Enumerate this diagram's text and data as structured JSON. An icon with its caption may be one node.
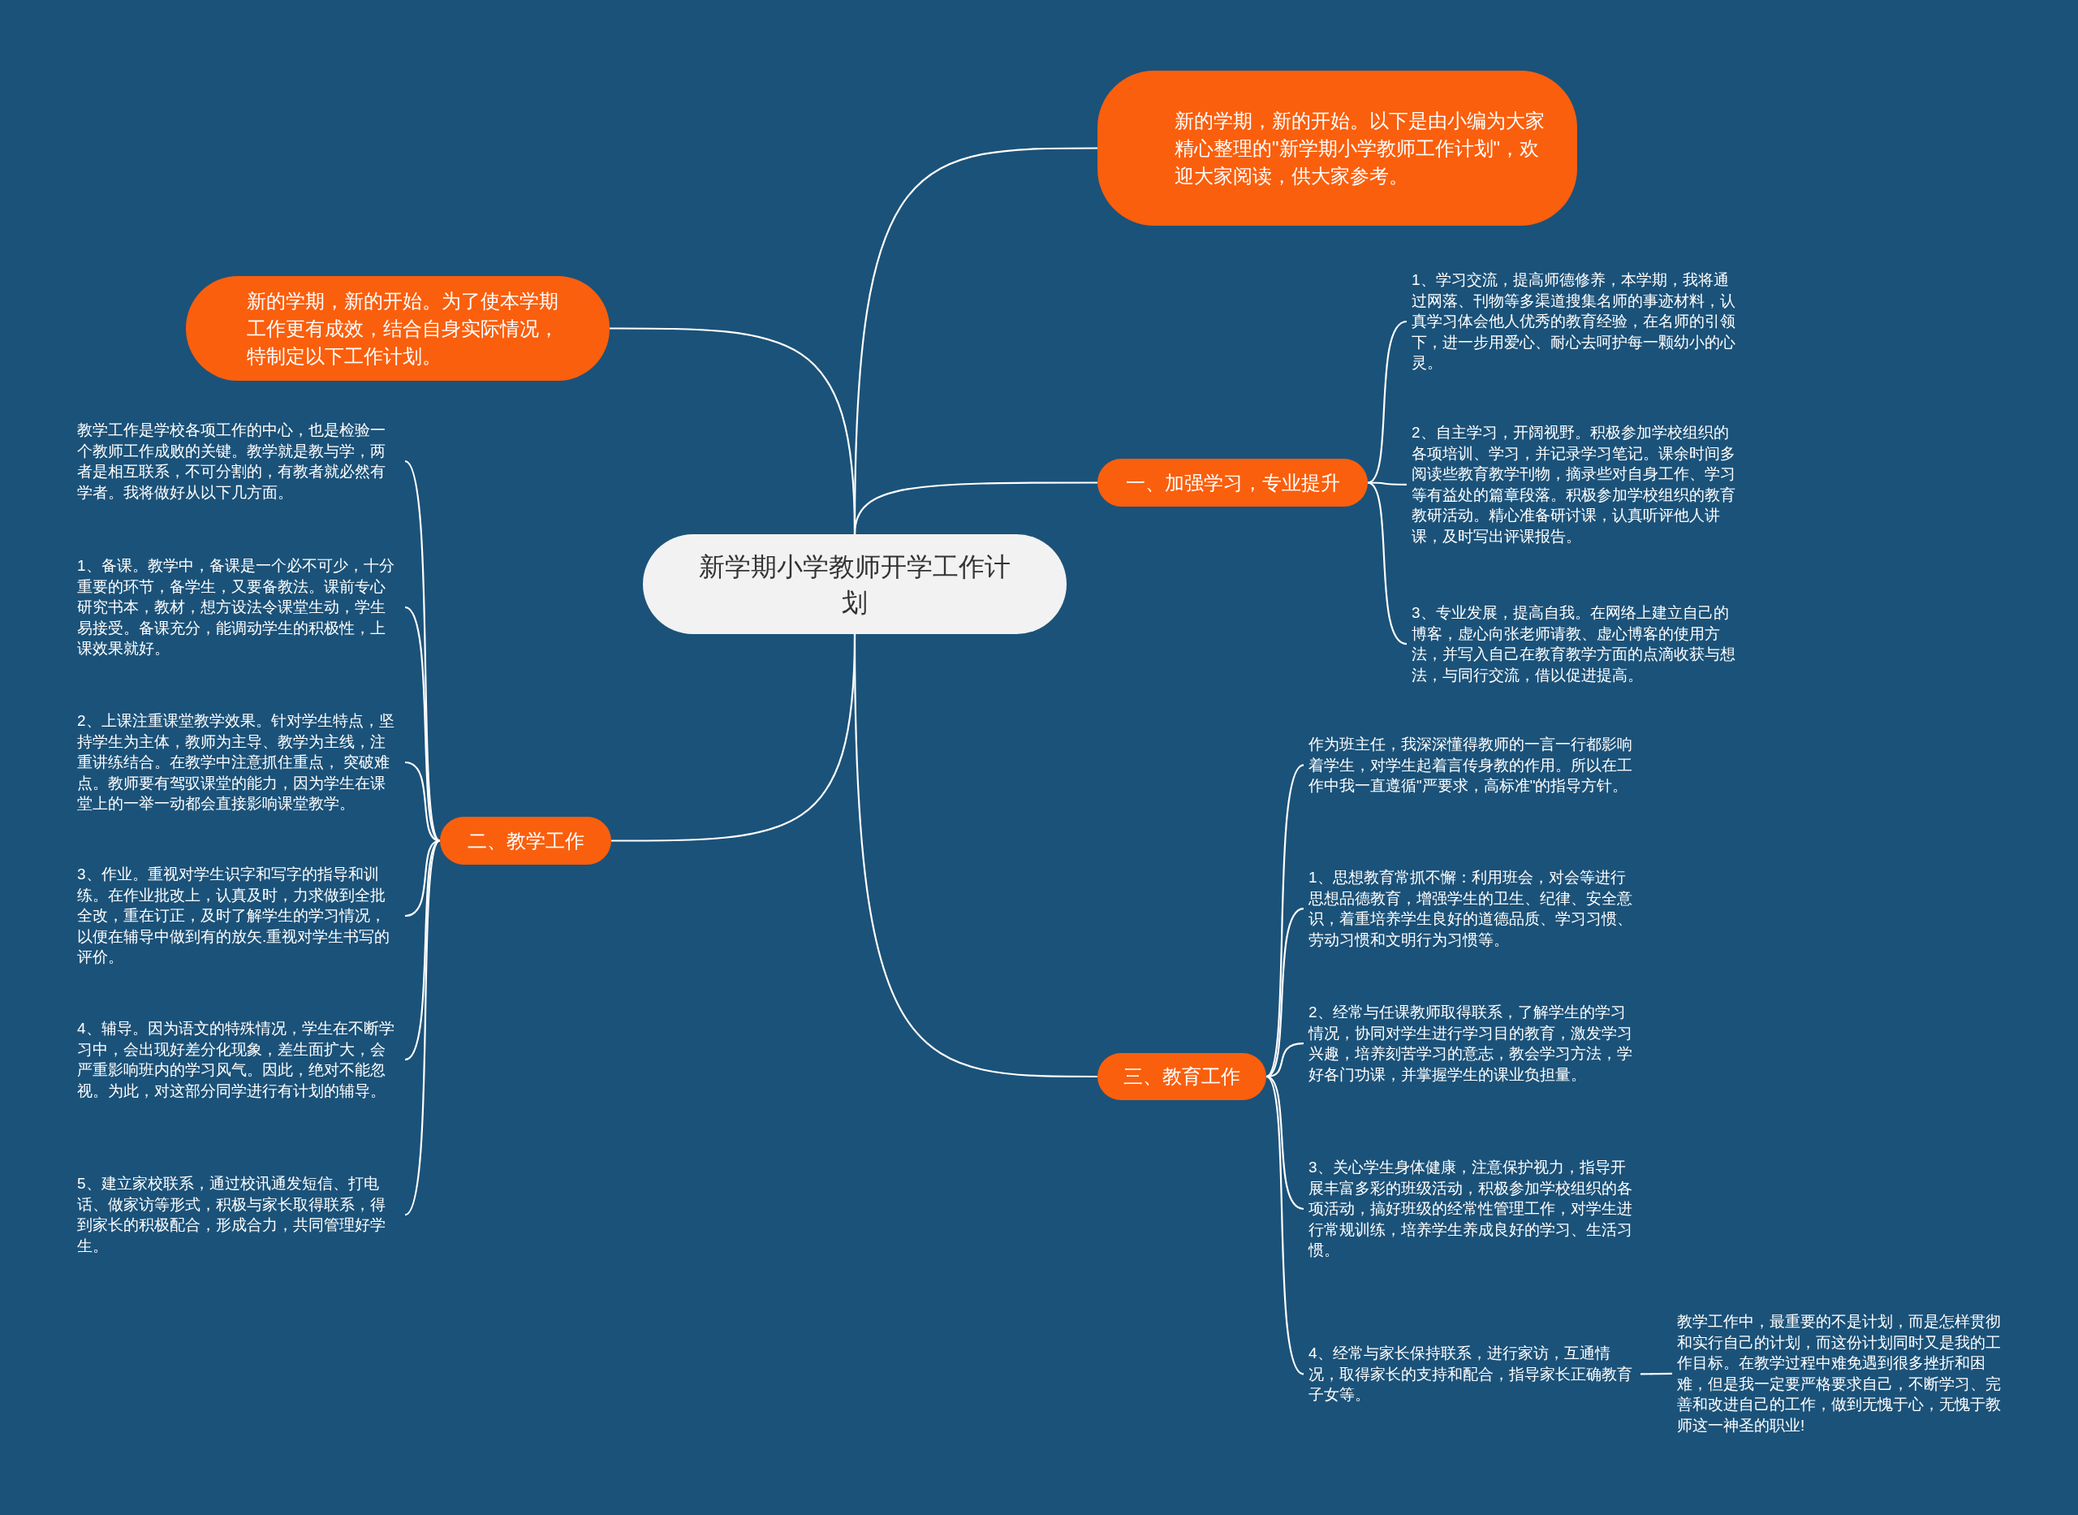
{
  "diagram": {
    "nodes": [
      {
        "text": [
          "新学期小学教师开学工作计划"
        ]
      },
      {
        "text": [
          "新的学期，新的开始。以下是由小编为大家精心整理的\"新学期小学教师工作计划\"，欢迎大家阅读，供大家参考。"
        ]
      },
      {
        "text": [
          "新的学期，新的开始。为了使本学期工作更有成效，结合自身实际情况，特制定以下工作计划。"
        ]
      },
      {
        "text": [
          "一、加强学习，专业提升"
        ]
      },
      {
        "text": [
          "1、学习交流，提高师德修养，本学期，我将通过网落、刊物等多渠道搜集名师的事迹材料，认真学习体会他人优秀的教育经验，在名师的引领下，进一步用爱心、耐心去呵护每一颗幼小的心灵。"
        ]
      },
      {
        "text": [
          "2、自主学习，开阔视野。积极参加学校组织的各项培训、学习，并记录学习笔记。课余时间多阅读些教育教学刊物，摘录些对自身工作、学习等有益处的篇章段落。积极参加学校组织的教育教研活动。精心准备研讨课，认真听评他人讲课，及时写出评课报告。"
        ]
      },
      {
        "text": [
          "3、专业发展，提高自我。在网络上建立自己的博客，虚心向张老师请教、虚心博客的使用方法，并写入自己在教育教学方面的点滴收获与想法，与同行交流，借以促进提高。"
        ]
      },
      {
        "text": [
          "二、教学工作"
        ]
      },
      {
        "text": [
          "教学工作是学校各项工作的中心，也是检验一个教师工作成败的关键。教学就是教与学，两者是相互联系，不可分割的，有教者就必然有学者。我将做好从以下几方面。"
        ]
      },
      {
        "text": [
          "1、备课。教学中，备课是一个必不可少，十分重要的环节，备学生，又要备教法。课前专心研究书本，教材，想方设法令课堂生动，学生易接受。备课充分，能调动学生的积极性，上课效果就好。"
        ]
      },
      {
        "text": [
          "2、上课注重课堂教学效果。针对学生特点，坚持学生为主体，教师为主导、教学为主线，注重讲练结合。在教学中注意抓住重点， 突破难点。教师要有驾驭课堂的能力，因为学生在课堂上的一举一动都会直接影响课堂教学。"
        ]
      },
      {
        "text": [
          "3、作业。重视对学生识字和写字的指导和训练。在作业批改上，认真及时，力求做到全批全改，重在订正，及时了解学生的学习情况，以便在辅导中做到有的放矢.重视对学生书写的评价。"
        ]
      },
      {
        "text": [
          "4、辅导。因为语文的特殊情况，学生在不断学习中，会出现好差分化现象，差生面扩大，会严重影响班内的学习风气。因此，绝对不能忽视。为此，对这部分同学进行有计划的辅导。"
        ]
      },
      {
        "text": [
          "5、建立家校联系，通过校讯通发短信、打电话、做家访等形式，积极与家长取得联系，得到家长的积极配合，形成合力，共同管理好学生。"
        ]
      },
      {
        "text": [
          "三、教育工作"
        ]
      },
      {
        "text": [
          "作为班主任，我深深懂得教师的一言一行都影响着学生，对学生起着言传身教的作用。所以在工作中我一直遵循\"严要求，高标准\"的指导方针。"
        ]
      },
      {
        "text": [
          "1、思想教育常抓不懈：利用班会，对会等进行思想品德教育，增强学生的卫生、纪律、安全意识，着重培养学生良好的道德品质、学习习惯、劳动习惯和文明行为习惯等。"
        ]
      },
      {
        "text": [
          "2、经常与任课教师取得联系，了解学生的学习情况，协同对学生进行学习目的教育，激发学习兴趣，培养刻苦学习的意志，教会学习方法，学好各门功课，并掌握学生的课业负担量。"
        ]
      },
      {
        "text": [
          "3、关心学生身体健康，注意保护视力，指导开展丰富多彩的班级活动，积极参加学校组织的各项活动，搞好班级的经常性管理工作，对学生进行常规训练，培养学生养成良好的学习、生活习惯。"
        ]
      },
      {
        "text": [
          "4、经常与家长保持联系，进行家访，互通情况，取得家长的支持和配合，指导家长正确教育子女等。"
        ]
      },
      {
        "text": [
          "教学工作中，最重要的不是计划，而是怎样贯彻和实行自己的计划，而这份计划同时又是我的工作目标。在教学过程中难免遇到很多挫折和困难，但是我一定要严格要求自己，不断学习、完善和改进自己的工作，做到无愧于心，无愧于教师这一神圣的职业!"
        ]
      }
    ],
    "edges": [
      {
        "from": 0,
        "to": 1,
        "arrow": "none"
      },
      {
        "from": 0,
        "to": 2,
        "arrow": "none"
      },
      {
        "from": 0,
        "to": 3,
        "arrow": "none"
      },
      {
        "from": 3,
        "to": 4,
        "arrow": "none"
      },
      {
        "from": 3,
        "to": 5,
        "arrow": "none"
      },
      {
        "from": 3,
        "to": 6,
        "arrow": "none"
      },
      {
        "from": 0,
        "to": 7,
        "arrow": "none"
      },
      {
        "from": 7,
        "to": 8,
        "arrow": "none"
      },
      {
        "from": 7,
        "to": 9,
        "arrow": "none"
      },
      {
        "from": 7,
        "to": 10,
        "arrow": "none"
      },
      {
        "from": 7,
        "to": 11,
        "arrow": "none"
      },
      {
        "from": 7,
        "to": 12,
        "arrow": "none"
      },
      {
        "from": 7,
        "to": 13,
        "arrow": "none"
      },
      {
        "from": 0,
        "to": 14,
        "arrow": "none"
      },
      {
        "from": 14,
        "to": 15,
        "arrow": "none"
      },
      {
        "from": 14,
        "to": 16,
        "arrow": "none"
      },
      {
        "from": 14,
        "to": 17,
        "arrow": "none"
      },
      {
        "from": 14,
        "to": 18,
        "arrow": "none"
      },
      {
        "from": 14,
        "to": 19,
        "arrow": "none"
      },
      {
        "from": 19,
        "to": 20,
        "arrow": "none"
      }
    ]
  }
}
